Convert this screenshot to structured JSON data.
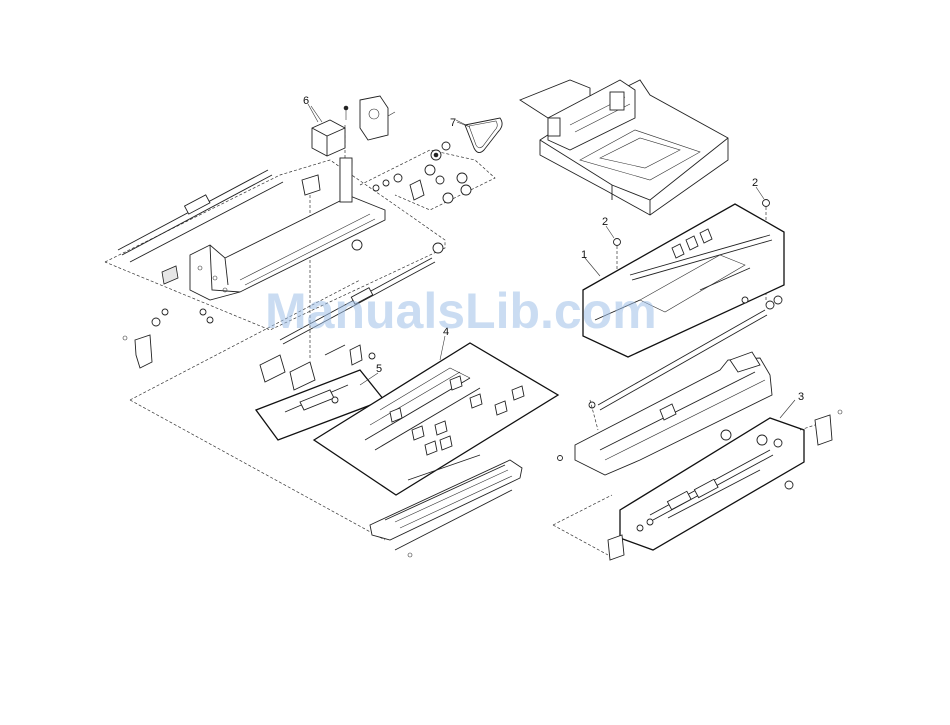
{
  "callouts": [
    {
      "id": "1",
      "text": "1"
    },
    {
      "id": "2a",
      "text": "2"
    },
    {
      "id": "2b",
      "text": "2"
    },
    {
      "id": "3",
      "text": "3"
    },
    {
      "id": "4",
      "text": "4"
    },
    {
      "id": "5",
      "text": "5"
    },
    {
      "id": "6",
      "text": "6"
    },
    {
      "id": "7",
      "text": "7"
    }
  ],
  "watermark": "ManualsLib.com",
  "colors": {
    "line": "#222222",
    "watermark": "#9fc0e8",
    "background": "#ffffff"
  }
}
